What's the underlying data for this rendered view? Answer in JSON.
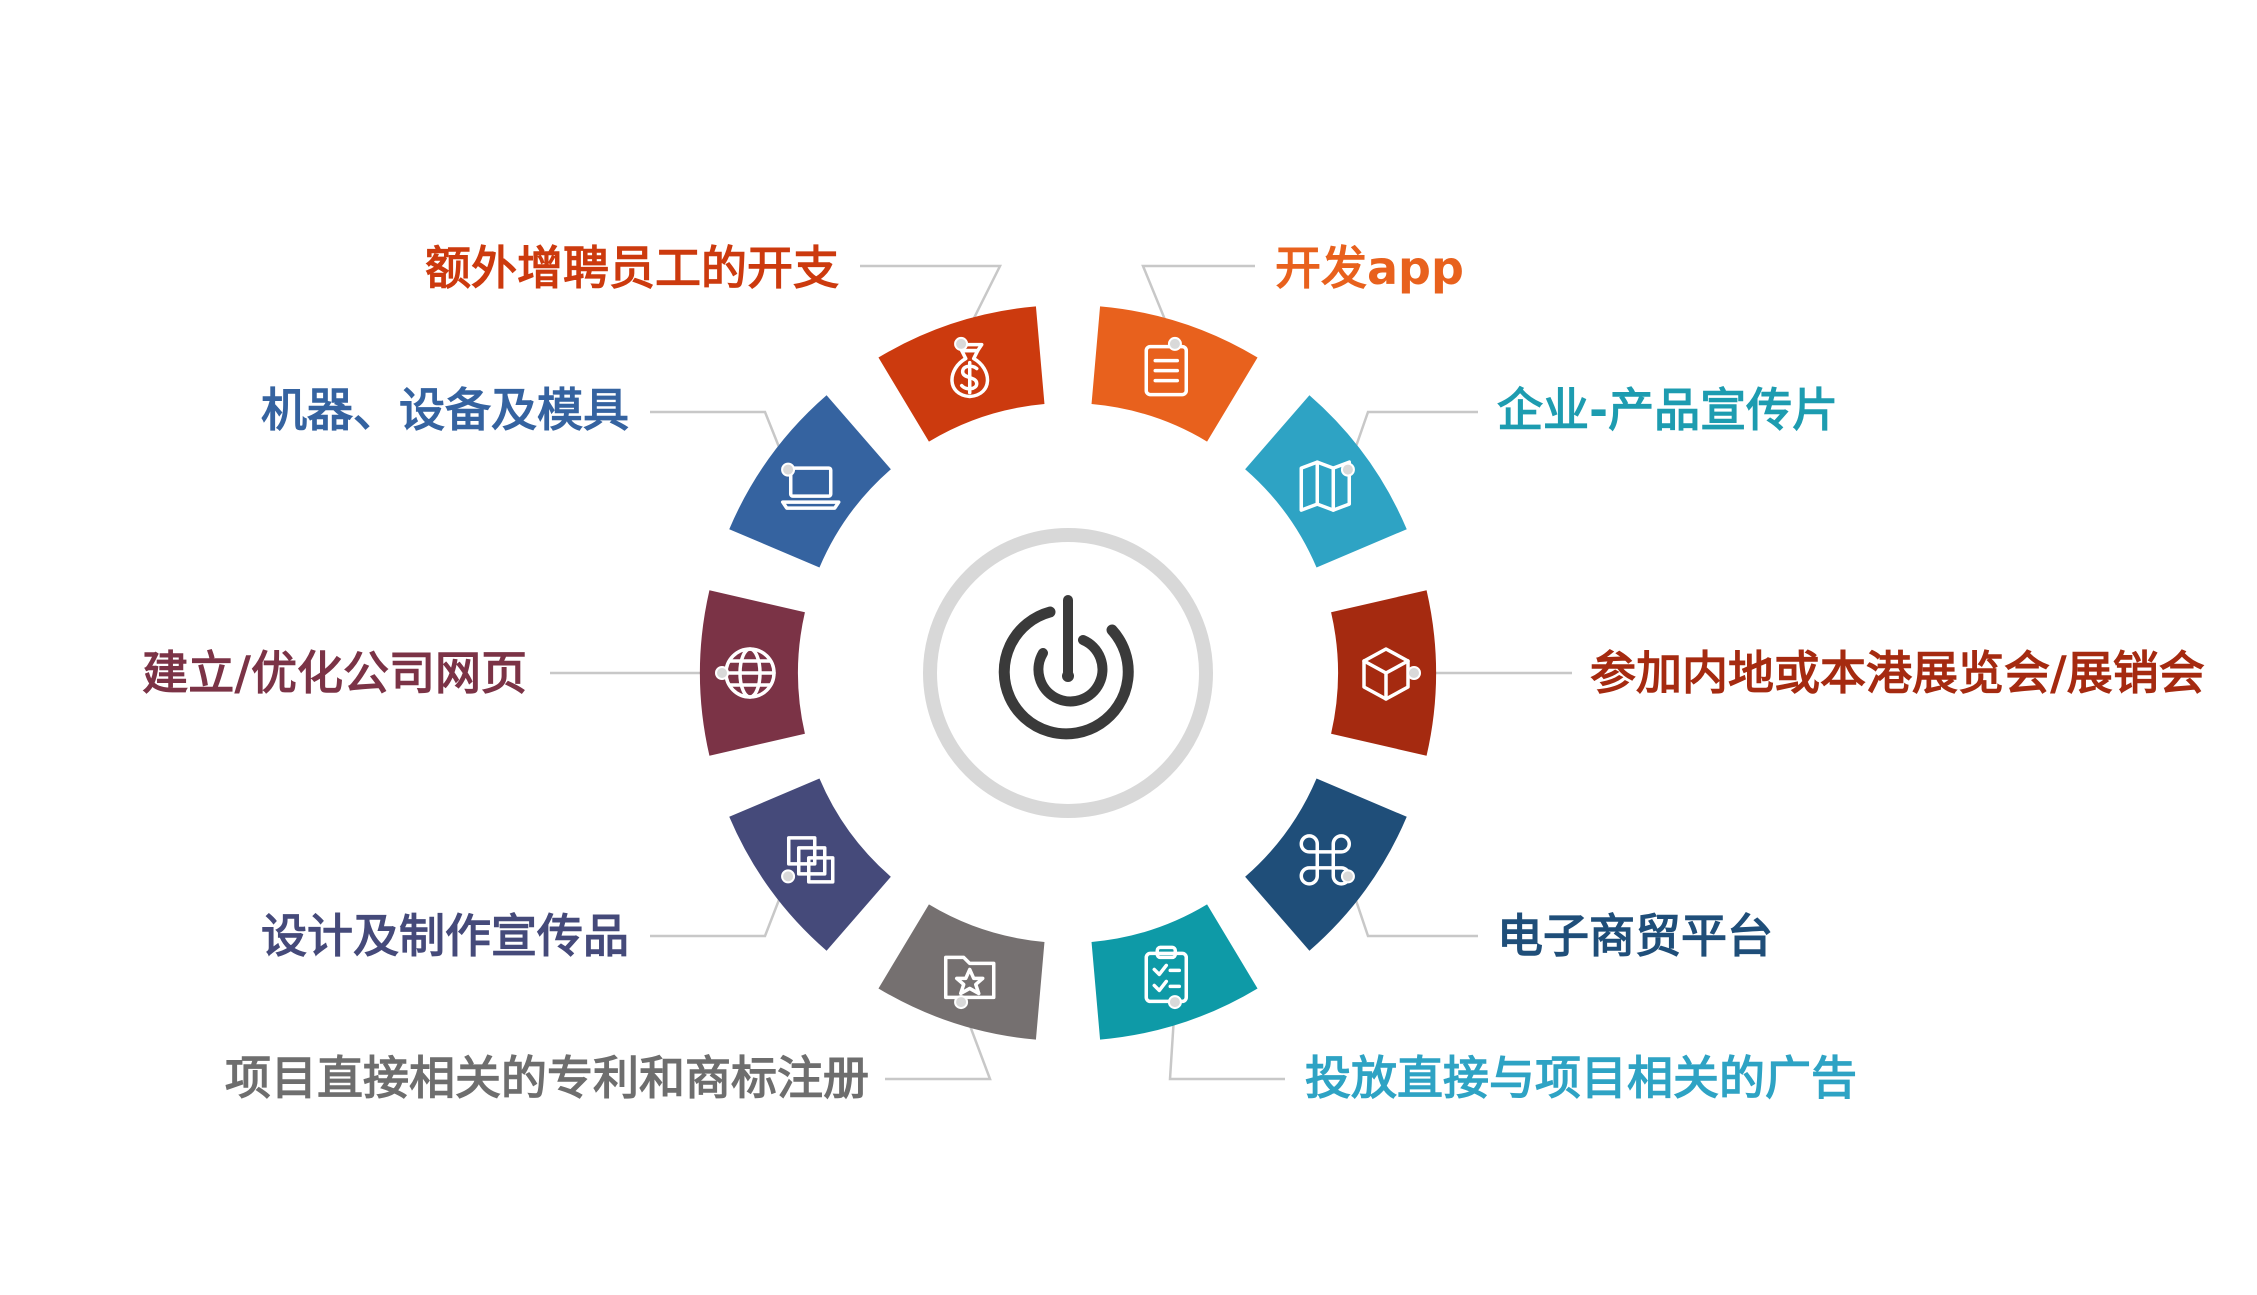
{
  "diagram": {
    "center_icon": "power-target-icon",
    "segments": [
      {
        "id": "app",
        "label": "开发app",
        "color": "#E8611D",
        "icon": "document-icon"
      },
      {
        "id": "promo-film",
        "label": "企业-产品宣传片",
        "color": "#2EA3C4",
        "icon": "map-icon"
      },
      {
        "id": "expo",
        "label": "参加内地或本港展览会/展销会",
        "color": "#A52A10",
        "icon": "box-icon"
      },
      {
        "id": "ecommerce",
        "label": "电子商贸平台",
        "color": "#1F4E79",
        "icon": "command-icon"
      },
      {
        "id": "ads",
        "label": "投放直接与项目相关的广告",
        "color": "#0E9AA7",
        "icon": "clipboard-icon"
      },
      {
        "id": "patent",
        "label": "项目直接相关的专利和商标注册",
        "color": "#757070",
        "icon": "star-folder-icon"
      },
      {
        "id": "design",
        "label": "设计及制作宣传品",
        "color": "#454A7A",
        "icon": "layers-icon"
      },
      {
        "id": "web",
        "label": "建立/优化公司网页",
        "color": "#7B3346",
        "icon": "globe-icon"
      },
      {
        "id": "machines",
        "label": "机器、设备及模具",
        "color": "#3563A0",
        "icon": "laptop-icon"
      },
      {
        "id": "staff",
        "label": "额外增聘员工的开支",
        "color": "#CC3A0E",
        "icon": "money-bag-icon"
      }
    ]
  }
}
